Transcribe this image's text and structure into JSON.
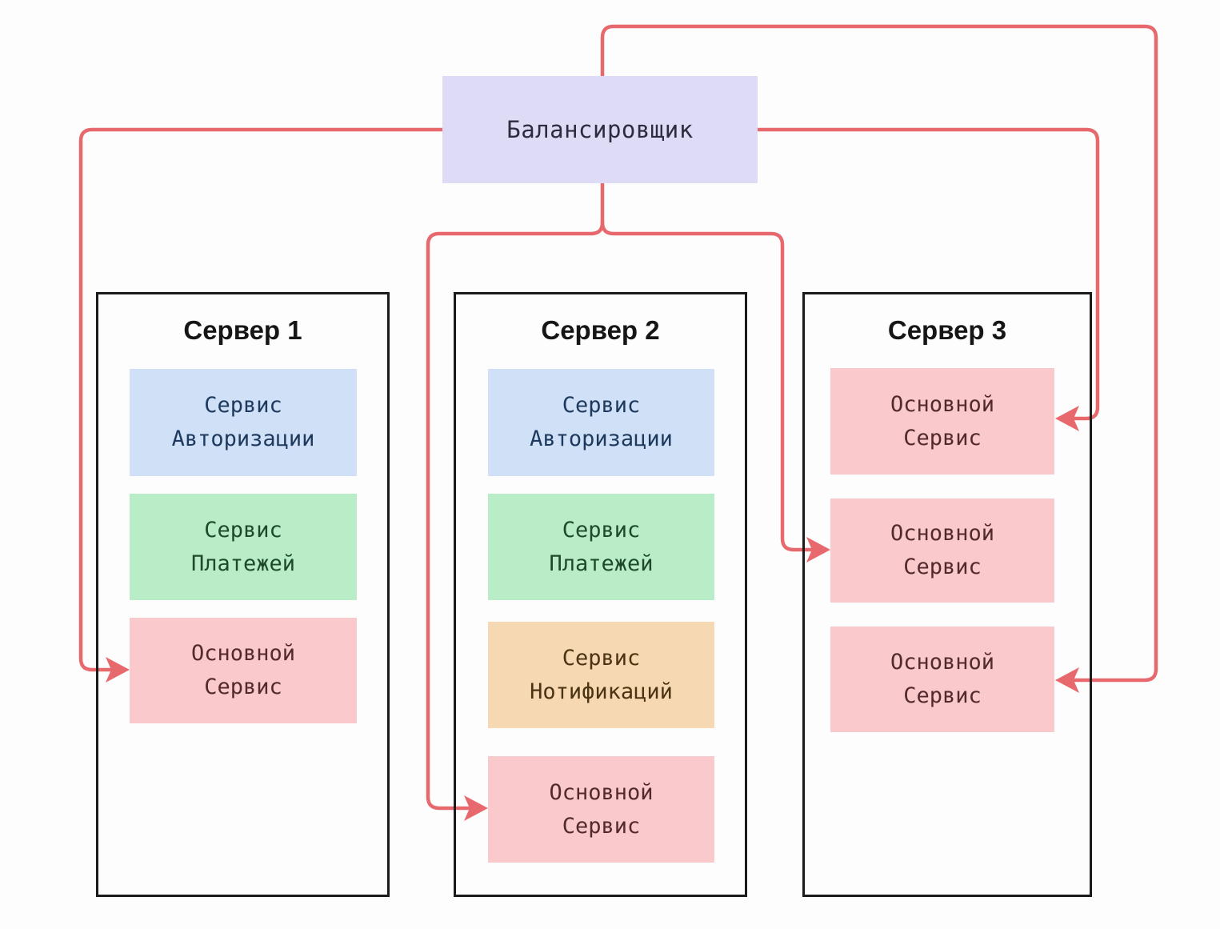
{
  "colors": {
    "background": "#fdfdfd",
    "connector": "#e8696d",
    "server_border": "#1b1b1b",
    "title_text": "#161616",
    "balancer_bg": "#dedbf6",
    "balancer_text": "#2c2c40",
    "auth_bg": "#cfe0f7",
    "auth_text": "#1d3a5e",
    "payments_bg": "#b9edc7",
    "payments_text": "#1e4a2b",
    "notifications_bg": "#f6d8b2",
    "notifications_text": "#4b3413",
    "main_bg": "#f9c9cc",
    "main_text": "#522a2e"
  },
  "balancer": {
    "label": "Балансировщик"
  },
  "servers": [
    {
      "title": "Сервер 1",
      "services": [
        {
          "label": "Сервис Авторизации",
          "type": "auth"
        },
        {
          "label": "Сервис Платежей",
          "type": "payments"
        },
        {
          "label": "Основной Сервис",
          "type": "main"
        }
      ]
    },
    {
      "title": "Сервер 2",
      "services": [
        {
          "label": "Сервис Авторизации",
          "type": "auth"
        },
        {
          "label": "Сервис Платежей",
          "type": "payments"
        },
        {
          "label": "Сервис Нотификаций",
          "type": "notifications"
        },
        {
          "label": "Основной Сервис",
          "type": "main"
        }
      ]
    },
    {
      "title": "Сервер 3",
      "services": [
        {
          "label": "Основной Сервис",
          "type": "main"
        },
        {
          "label": "Основной Сервис",
          "type": "main"
        },
        {
          "label": "Основной Сервис",
          "type": "main"
        }
      ]
    }
  ],
  "edges": [
    {
      "from": "balancer",
      "to": "server1-main-service"
    },
    {
      "from": "balancer",
      "to": "server2-main-service"
    },
    {
      "from": "balancer",
      "to": "server3-main-service-1"
    },
    {
      "from": "balancer",
      "to": "server3-main-service-2"
    },
    {
      "from": "balancer",
      "to": "server3-main-service-3"
    }
  ]
}
